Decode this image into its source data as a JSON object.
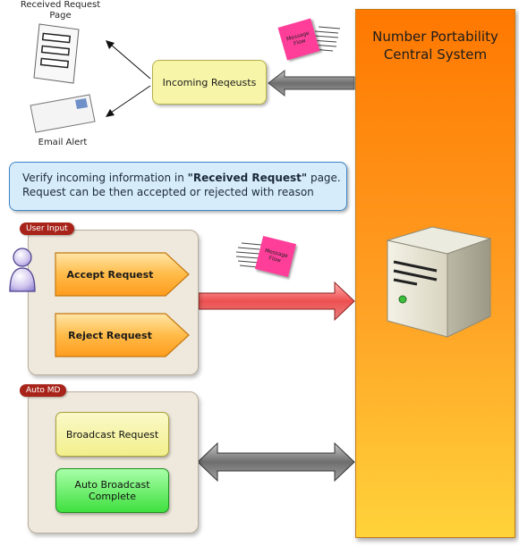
{
  "central_system": {
    "title_line1": "Number Portability",
    "title_line2": "Central System"
  },
  "received_page": {
    "label_line1": "Received Request",
    "label_line2": "Page"
  },
  "email_alert": {
    "label": "Email Alert"
  },
  "incoming": {
    "label": "Incoming Reqeusts"
  },
  "message_flow_notes": [
    {
      "line1": "Message",
      "line2": "Flow"
    },
    {
      "line1": "Message",
      "line2": "Flow"
    }
  ],
  "info_box": {
    "line1_prefix": "Verify incoming information in ",
    "line1_bold": "\"Received Request\"",
    "line1_suffix": " page.",
    "line2": "Request can be then accepted or rejected with reason"
  },
  "user_input": {
    "tag": "User Input",
    "accept": "Accept Request",
    "reject": "Reject Request"
  },
  "auto_md": {
    "tag": "Auto MD",
    "broadcast": "Broadcast Request",
    "complete_line1": "Auto Broadcast",
    "complete_line2": "Complete"
  },
  "colors": {
    "central_gradient_start": "#ff7a00",
    "central_gradient_end": "#ffd23a",
    "yellow_box": "#f7f5a8",
    "orange_shape": "#ffb23f",
    "green_box": "#66ee66",
    "note_pink": "#ff3e9a",
    "info_blue": "#d7ecfa",
    "arrow_red": "#f06060",
    "arrow_gray": "#8a8a8a"
  }
}
